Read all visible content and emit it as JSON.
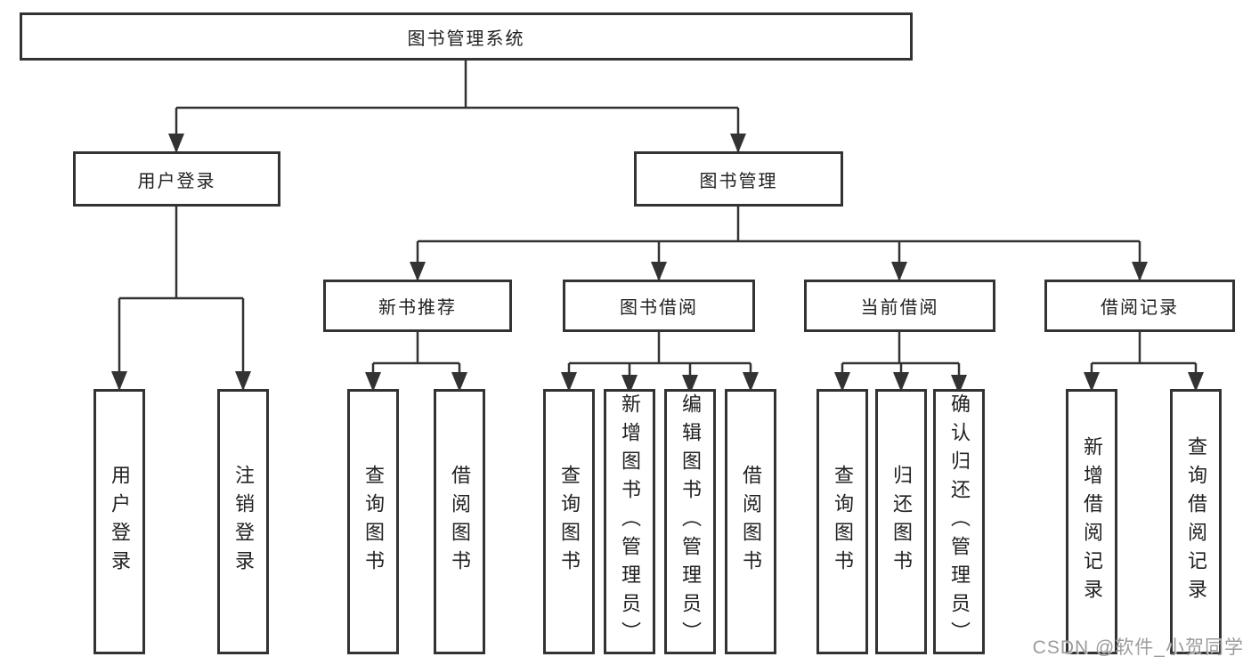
{
  "diagram_title": "图书管理系统",
  "colors": {
    "line": "#333333",
    "box_border": "#333333",
    "text": "#212121",
    "watermark": "#9c9c9c",
    "background": "#ffffff"
  },
  "tree": {
    "label": "图书管理系统",
    "children": [
      {
        "label": "用户登录",
        "children": [
          {
            "label": "用户登录"
          },
          {
            "label": "注销登录"
          }
        ]
      },
      {
        "label": "图书管理",
        "children": [
          {
            "label": "新书推荐",
            "children": [
              {
                "label": "查询图书"
              },
              {
                "label": "借阅图书"
              }
            ]
          },
          {
            "label": "图书借阅",
            "children": [
              {
                "label": "查询图书"
              },
              {
                "label": "新增图书（管理员）"
              },
              {
                "label": "编辑图书（管理员）"
              },
              {
                "label": "借阅图书"
              }
            ]
          },
          {
            "label": "当前借阅",
            "children": [
              {
                "label": "查询图书"
              },
              {
                "label": "归还图书"
              },
              {
                "label": "确认归还（管理员）"
              }
            ]
          },
          {
            "label": "借阅记录",
            "children": [
              {
                "label": "新增借阅记录"
              },
              {
                "label": "查询借阅记录"
              }
            ]
          }
        ]
      }
    ]
  },
  "watermark": "CSDN @软件_小贺同学"
}
